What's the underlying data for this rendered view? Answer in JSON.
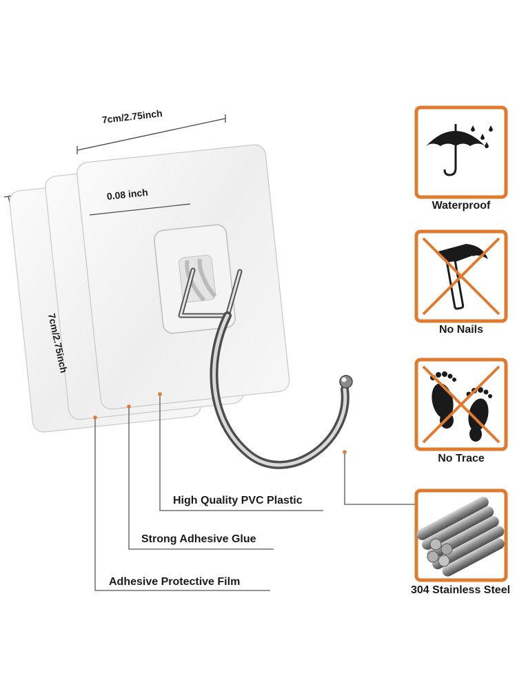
{
  "dimensions": {
    "width": "7cm/2.75inch",
    "height": "7cm/2.75inch",
    "thickness": "0.08 inch"
  },
  "callouts": [
    "High Quality PVC Plastic",
    "Strong Adhesive Glue",
    "Adhesive Protective Film"
  ],
  "features": [
    {
      "label": "Waterproof",
      "icon": "umbrella-icon"
    },
    {
      "label": "No Nails",
      "icon": "hammer-crossed-icon"
    },
    {
      "label": "No Trace",
      "icon": "footprints-crossed-icon"
    },
    {
      "label": "304 Stainless Steel",
      "icon": "steel-rods-icon"
    }
  ],
  "colors": {
    "badge_border": "#e07a2e",
    "cross": "#e07a2e",
    "dot": "#e07a2e"
  }
}
